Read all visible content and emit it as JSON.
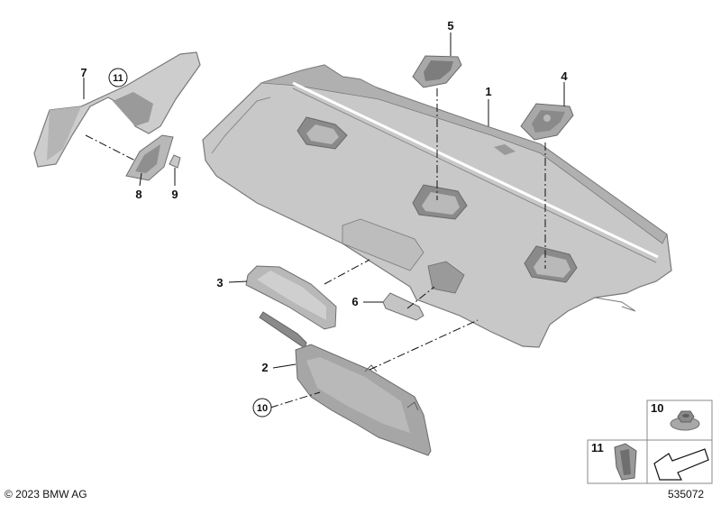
{
  "callouts": {
    "c1": "1",
    "c2": "2",
    "c3": "3",
    "c4": "4",
    "c5": "5",
    "c6": "6",
    "c7": "7",
    "c8": "8",
    "c9": "9",
    "c10": "10",
    "c11": "11"
  },
  "legend": {
    "item10": "10",
    "item11": "11"
  },
  "footer": {
    "copyright": "© 2023 BMW AG",
    "doc_number": "535072"
  },
  "colors": {
    "part_light": "#d3d3d3",
    "part_mid": "#a9a9a9",
    "part_dark": "#6f6f6f",
    "outline": "#8a8a8a"
  }
}
